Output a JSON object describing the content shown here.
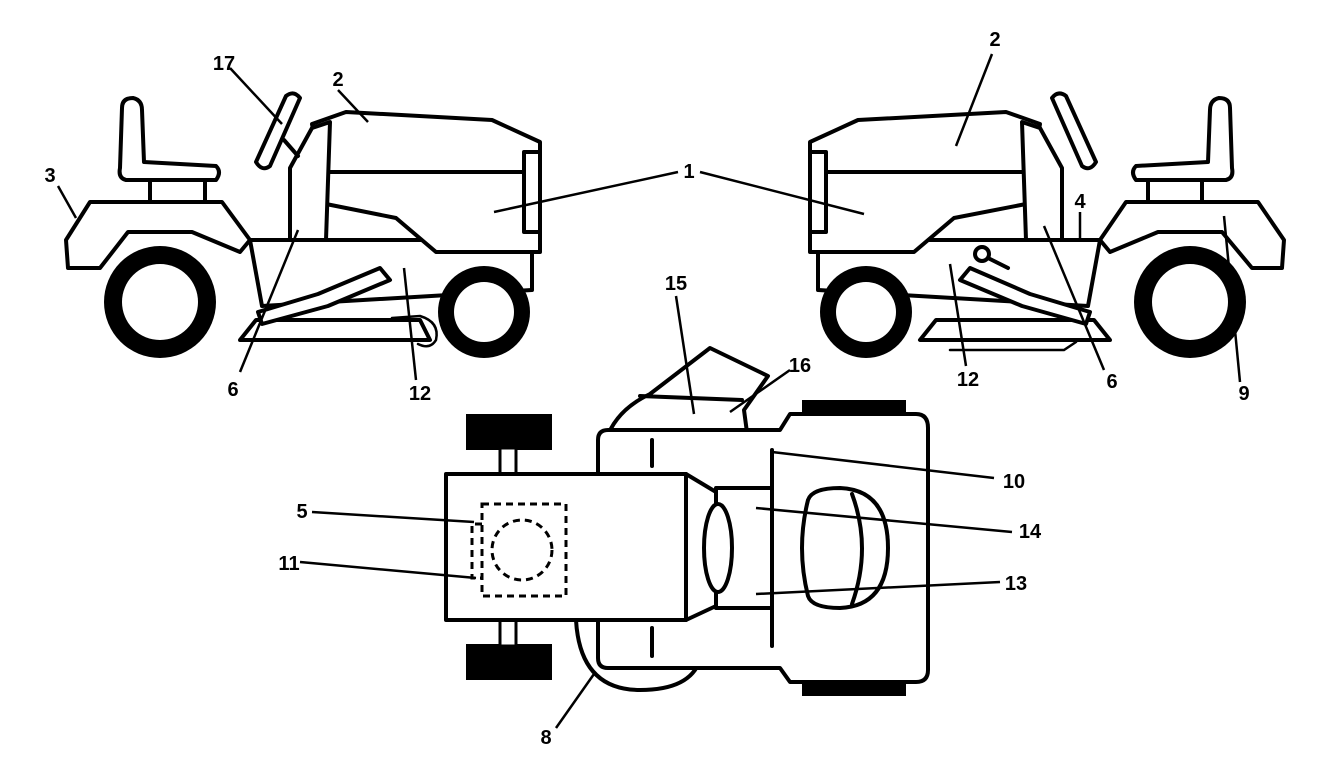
{
  "callouts": {
    "c1": "1",
    "c2": "2",
    "c3": "3",
    "c4": "4",
    "c5": "5",
    "c6": "6",
    "c8": "8",
    "c9": "9",
    "c10": "10",
    "c11": "11",
    "c12": "12",
    "c13": "13",
    "c14": "14",
    "c15": "15",
    "c16": "16",
    "c17": "17"
  }
}
